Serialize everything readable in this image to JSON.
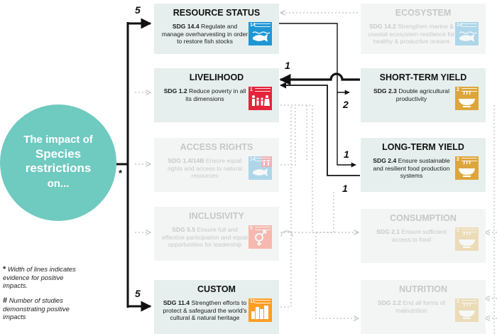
{
  "center": {
    "line1": "The impact of",
    "line2": "Species",
    "line3": "restrictions",
    "line4": "on..."
  },
  "boxes": [
    {
      "key": "resource",
      "title": "RESOURCE STATUS",
      "sdg_code": "SDG 14.4",
      "sdg_text": "Regulate and manage overharvesting in order to restore fish stocks",
      "sdg_number": "14",
      "icon": "fish-icon",
      "color": "#1f97d4",
      "faded": false
    },
    {
      "key": "ecosystem",
      "title": "ECOSYSTEM",
      "sdg_code": "SDG 14.2",
      "sdg_text": "Strengthen marine & coastal ecosystem resilience for healthy & productive oceans",
      "sdg_number": "14",
      "icon": "fish-icon",
      "color": "#1f97d4",
      "faded": true
    },
    {
      "key": "livelihood",
      "title": "LIVELIHOOD",
      "sdg_code": "SDG 1.2",
      "sdg_text": "Reduce poverty in all its dimensions",
      "sdg_number": "1",
      "icon": "family-icon",
      "color": "#e5243b",
      "faded": false
    },
    {
      "key": "short_yield",
      "title": "SHORT-TERM YIELD",
      "sdg_code": "SDG 2.3",
      "sdg_text": "Double agricultural productivity",
      "sdg_number": "2",
      "icon": "bowl-icon",
      "color": "#dda63a",
      "faded": false
    },
    {
      "key": "access",
      "title": "ACCESS RIGHTS",
      "sdg_code": "SDG 1.4/14B",
      "sdg_text": "Ensure equal rights and access to natural resources",
      "sdg_number": "14",
      "icon": "fish-family-icon",
      "color": "#1f97d4",
      "faded": true
    },
    {
      "key": "long_yield",
      "title": "LONG-TERM YIELD",
      "sdg_code": "SDG 2.4",
      "sdg_text": "Ensure sustainable and resilient food production systems",
      "sdg_number": "2",
      "icon": "bowl-icon",
      "color": "#dda63a",
      "faded": false
    },
    {
      "key": "inclusivity",
      "title": "INCLUSIVITY",
      "sdg_code": "SDG 5.5",
      "sdg_text": "Ensure full and effective participation and equal opportunities for leadership",
      "sdg_number": "5",
      "icon": "gender-icon",
      "color": "#ff3a21",
      "faded": true
    },
    {
      "key": "consumption",
      "title": "CONSUMPTION",
      "sdg_code": "SDG 2.1",
      "sdg_text": "Ensure sufficient access to food",
      "sdg_number": "2",
      "icon": "bowl-icon",
      "color": "#dda63a",
      "faded": true
    },
    {
      "key": "custom",
      "title": "CUSTOM",
      "sdg_code": "SDG 11.4",
      "sdg_text": "Strengthen efforts to protect & safeguard the world's cultural & natural heritage",
      "sdg_number": "11",
      "icon": "city-icon",
      "color": "#fd9d24",
      "faded": false
    },
    {
      "key": "nutrition",
      "title": "NUTRITION",
      "sdg_code": "SDG 2.2",
      "sdg_text": "End all forms of malnutrition",
      "sdg_number": "2",
      "icon": "bowl-icon",
      "color": "#dda63a",
      "faded": true
    }
  ],
  "counts": {
    "resource": "5",
    "livelihood_from_short": "1",
    "short_from_resource": "2",
    "long_from_resource": "1",
    "livelihood_from_long": "1",
    "custom": "5"
  },
  "asterisk": "*",
  "legend": {
    "asterisk_symbol": "*",
    "asterisk_text": "Width of lines indicates evidence for positive impacts.",
    "hash_symbol": "#",
    "hash_text": "Number of studies demonstrating positive impacts"
  },
  "colors": {
    "circle": "#6fcac0",
    "box": "#e6efed",
    "box_faded": "#f3f5f4",
    "strong_line": "#111111",
    "dotted_line": "#c8c8c8"
  }
}
